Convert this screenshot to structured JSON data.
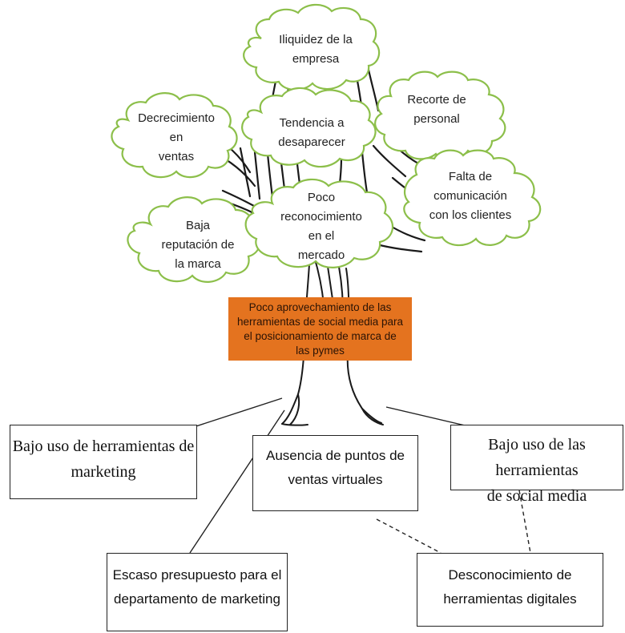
{
  "effects": [
    {
      "id": "liquidez",
      "lines": [
        "Iliquidez de la",
        "empresa"
      ]
    },
    {
      "id": "recorte",
      "lines": [
        "Recorte de",
        "personal"
      ]
    },
    {
      "id": "decrecimiento",
      "lines": [
        "Decrecimiento",
        "en",
        "ventas"
      ]
    },
    {
      "id": "tendencia",
      "lines": [
        "Tendencia a",
        "desaparecer"
      ]
    },
    {
      "id": "falta",
      "lines": [
        "Falta de",
        "comunicación",
        "con los clientes"
      ]
    },
    {
      "id": "baja-reputacion",
      "lines": [
        "Baja",
        "reputación de",
        "la marca"
      ]
    },
    {
      "id": "poco-reconocimiento",
      "lines": [
        "Poco",
        "reconocimiento",
        "en el",
        "mercado"
      ]
    }
  ],
  "central_problem": {
    "lines": [
      "Poco aprovechamiento de las",
      "herramientas de social media para",
      "el posicionamiento de marca de",
      "las pymes"
    ],
    "color": "#e4731f"
  },
  "causes": [
    {
      "id": "bajo-uso-marketing",
      "lines": [
        "Bajo uso de herramientas de",
        "marketing"
      ]
    },
    {
      "id": "ausencia-puntos",
      "lines": [
        "Ausencia de puntos de",
        "ventas virtuales"
      ]
    },
    {
      "id": "bajo-uso-social",
      "lines": [
        "Bajo uso de las herramientas",
        "de social media"
      ]
    },
    {
      "id": "escaso-presupuesto",
      "lines": [
        "Escaso presupuesto para el",
        "departamento de marketing"
      ]
    },
    {
      "id": "desconocimiento",
      "lines": [
        "Desconocimiento de",
        "herramientas digitales"
      ]
    }
  ],
  "colors": {
    "cloud_outline": "#8cbf4a",
    "problem_box": "#e4731f",
    "branches": "#1a1a1a"
  }
}
